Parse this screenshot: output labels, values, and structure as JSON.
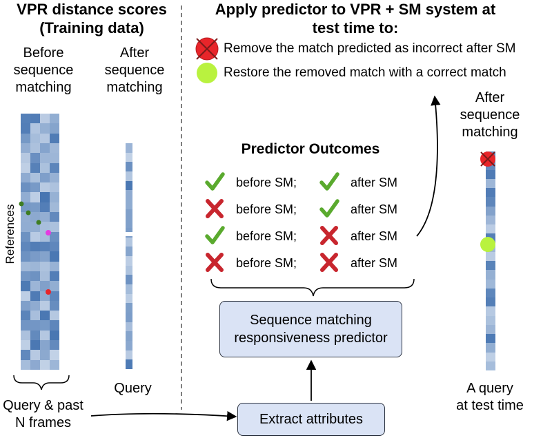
{
  "left_panel": {
    "title_line1": "VPR distance scores",
    "title_line2": "(Training data)",
    "before_label": [
      "Before",
      "sequence",
      "matching"
    ],
    "after_label": [
      "After",
      "sequence",
      "matching"
    ],
    "references_label": "References",
    "query_past_label": [
      "Query & past",
      "N frames"
    ],
    "query_label": "Query"
  },
  "right_panel": {
    "title_line1": "Apply predictor to VPR + SM system at",
    "title_line2": "test time to:",
    "legend": [
      {
        "text": "Remove the match predicted as incorrect after SM",
        "marker": "red-cross-circle"
      },
      {
        "text": "Restore the removed match with a correct match",
        "marker": "green-circle"
      }
    ],
    "outcomes_title": "Predictor Outcomes",
    "outcomes": [
      {
        "before_icon": "check-icon",
        "before_text": "before SM;",
        "after_icon": "check-icon",
        "after_text": "after SM"
      },
      {
        "before_icon": "cross-icon",
        "before_text": "before SM;",
        "after_icon": "check-icon",
        "after_text": "after SM"
      },
      {
        "before_icon": "check-icon",
        "before_text": "before SM;",
        "after_icon": "cross-icon",
        "after_text": "after SM"
      },
      {
        "before_icon": "cross-icon",
        "before_text": "before SM;",
        "after_icon": "cross-icon",
        "after_text": "after SM"
      }
    ],
    "predictor_box": [
      "Sequence matching",
      "responsiveness predictor"
    ],
    "extract_box": "Extract attributes",
    "test_after_label": [
      "After",
      "sequence",
      "matching"
    ],
    "test_query_label": [
      "A query",
      "at test time"
    ]
  },
  "colors": {
    "check": "#5aaa2e",
    "cross": "#c8262e",
    "box_fill": "#dae3f5",
    "green_marker": "#b9f23f",
    "red_marker": "#e8252a",
    "magenta_point": "#e53ce0",
    "dark_green_point": "#3e7d21",
    "heat_dark": "#3f6fae",
    "heat_light": "#eef3fa"
  }
}
